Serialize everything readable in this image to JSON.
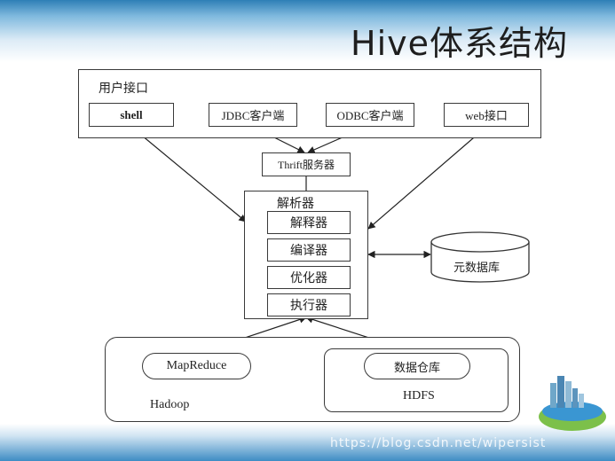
{
  "title": "Hive体系结构",
  "user_interface": {
    "label": "用户接口",
    "items": [
      "shell",
      "JDBC客户端",
      "ODBC客户端",
      "web接口"
    ]
  },
  "thrift_server": "Thrift服务器",
  "parser": {
    "label": "解析器",
    "stages": [
      "解释器",
      "编译器",
      "优化器",
      "执行器"
    ]
  },
  "metastore": "元数据库",
  "hadoop": {
    "label": "Hadoop",
    "mapreduce": "MapReduce",
    "hdfs": "HDFS",
    "warehouse": "数据仓库"
  },
  "watermark": "https://blog.csdn.net/wipersist"
}
